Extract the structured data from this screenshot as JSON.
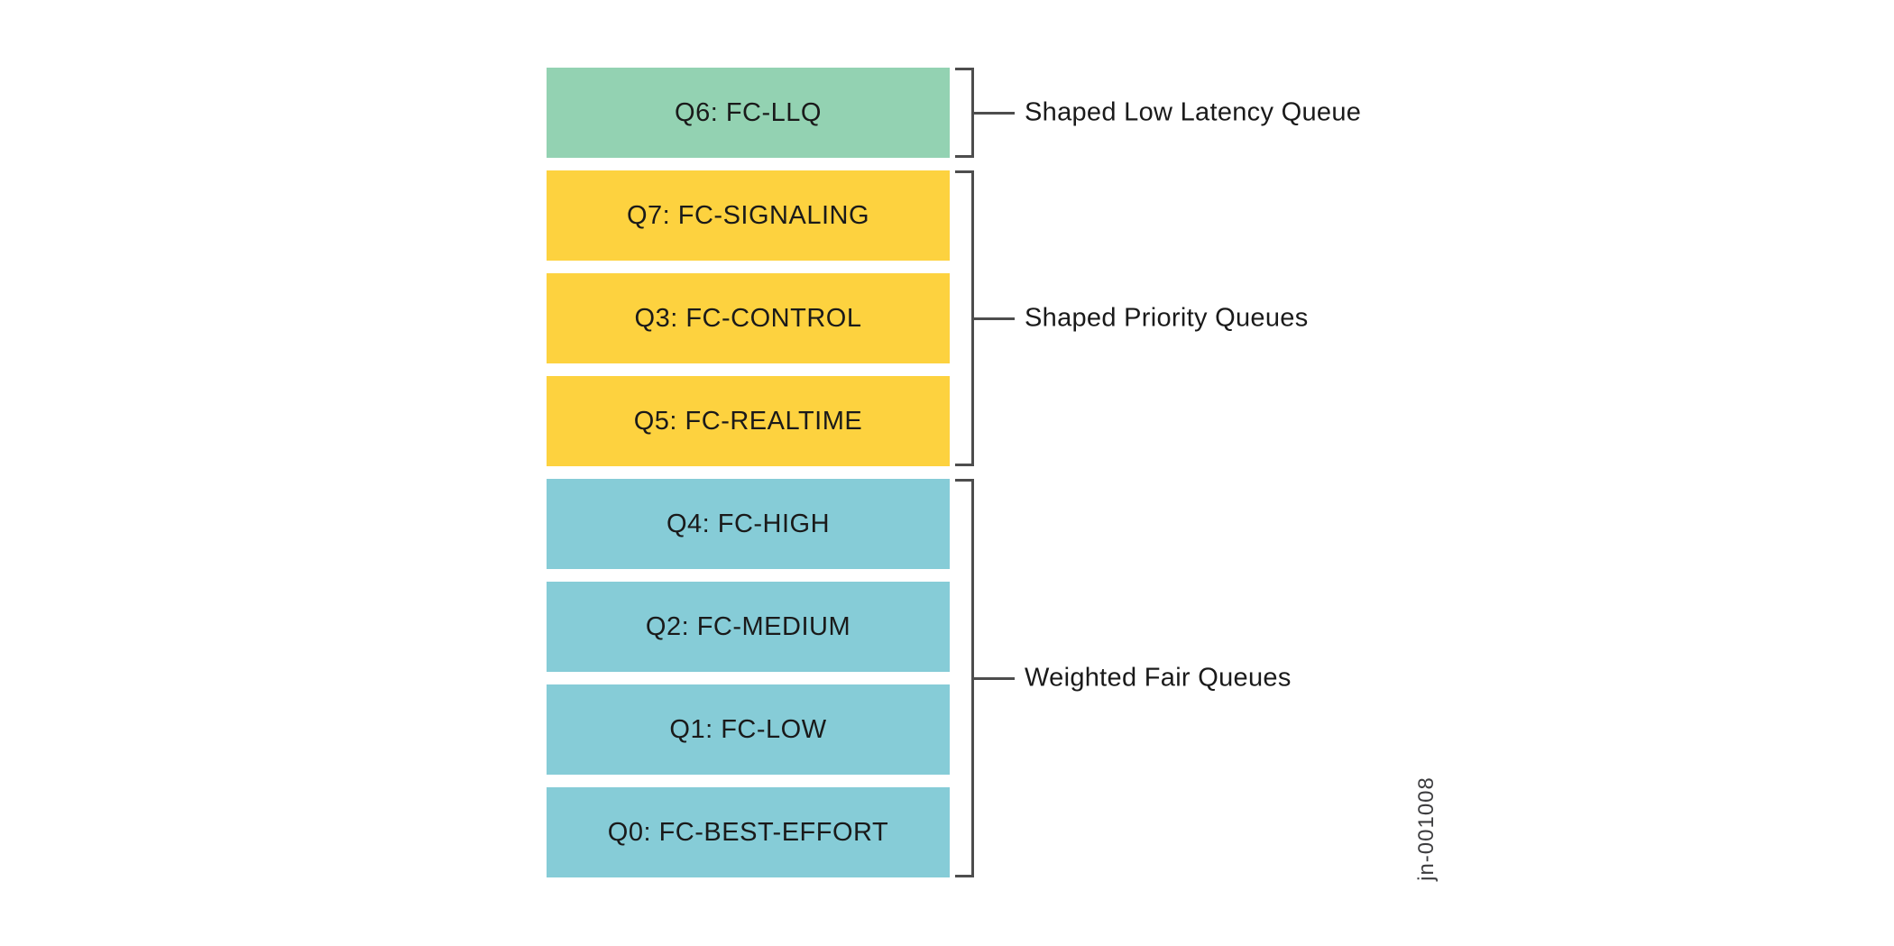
{
  "title": "Queue scheduling diagram",
  "queues": [
    {
      "id": "Q6",
      "label": "Q6: FC-LLQ",
      "group": "shaped-low-latency-queue",
      "color": "#93d2b2"
    },
    {
      "id": "Q7",
      "label": "Q7: FC-SIGNALING",
      "group": "shaped-priority-queues",
      "color": "#fdd23f"
    },
    {
      "id": "Q3",
      "label": "Q3: FC-CONTROL",
      "group": "shaped-priority-queues",
      "color": "#fdd23f"
    },
    {
      "id": "Q5",
      "label": "Q5: FC-REALTIME",
      "group": "shaped-priority-queues",
      "color": "#fdd23f"
    },
    {
      "id": "Q4",
      "label": "Q4: FC-HIGH",
      "group": "weighted-fair-queues",
      "color": "#86ccd7"
    },
    {
      "id": "Q2",
      "label": "Q2: FC-MEDIUM",
      "group": "weighted-fair-queues",
      "color": "#86ccd7"
    },
    {
      "id": "Q1",
      "label": "Q1: FC-LOW",
      "group": "weighted-fair-queues",
      "color": "#86ccd7"
    },
    {
      "id": "Q0",
      "label": "Q0: FC-BEST-EFFORT",
      "group": "weighted-fair-queues",
      "color": "#86ccd7"
    }
  ],
  "brackets": [
    {
      "label": "Shaped Low Latency Queue",
      "queue_count": 1
    },
    {
      "label": "Shaped Priority Queues",
      "queue_count": 3
    },
    {
      "label": "Weighted Fair Queues",
      "queue_count": 4
    }
  ],
  "watermark": "jn-001008",
  "colors": {
    "shaped_llq": "#93d2b2",
    "shaped_priority": "#fdd23f",
    "weighted_fair": "#86ccd7",
    "bracket": "#4d4d4d",
    "text": "#1a1a1a",
    "watermark": "#3d3d3f",
    "background": "#ffffff"
  }
}
